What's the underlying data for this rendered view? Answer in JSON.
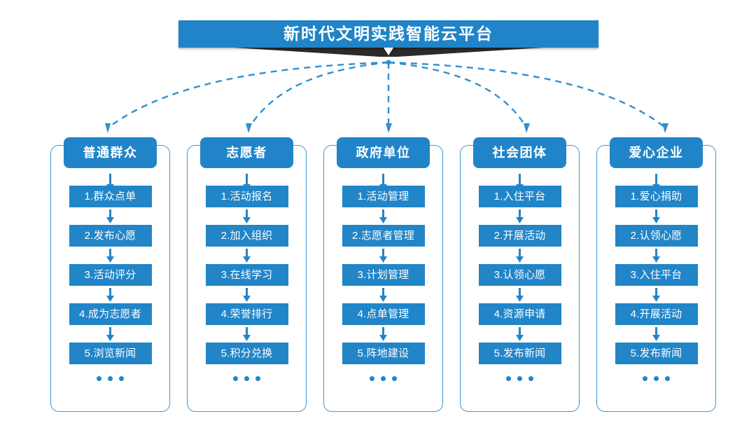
{
  "banner": {
    "title": "新时代文明实践智能云平台",
    "chevron_icon": "chevron-down-icon",
    "bar_color": "#2184c8",
    "ribbon_color": "#2b2b2b"
  },
  "theme": {
    "primary": "#2184c8",
    "step_fill": "#2185c8",
    "frame_border": "#3f9ad6",
    "connector": "#2f90cf",
    "text_on_primary": "#ffffff",
    "background": "#ffffff"
  },
  "ellipsis_label": "…",
  "columns": [
    {
      "id": "ordinary-public",
      "title": "普通群众",
      "steps": [
        {
          "label": "1.群众点单"
        },
        {
          "label": "2.发布心愿"
        },
        {
          "label": "3.活动评分"
        },
        {
          "label": "4.成为志愿者"
        },
        {
          "label": "5.浏览新闻"
        }
      ]
    },
    {
      "id": "volunteer",
      "title": "志愿者",
      "steps": [
        {
          "label": "1.活动报名"
        },
        {
          "label": "2.加入组织"
        },
        {
          "label": "3.在线学习"
        },
        {
          "label": "4.荣誉排行"
        },
        {
          "label": "5.积分兑换"
        }
      ]
    },
    {
      "id": "government-unit",
      "title": "政府单位",
      "steps": [
        {
          "label": "1.活动管理"
        },
        {
          "label": "2.志愿者管理"
        },
        {
          "label": "3.计划管理"
        },
        {
          "label": "4.点单管理"
        },
        {
          "label": "5.阵地建设"
        }
      ]
    },
    {
      "id": "social-group",
      "title": "社会团体",
      "steps": [
        {
          "label": "1.入住平台"
        },
        {
          "label": "2.开展活动"
        },
        {
          "label": "3.认领心愿"
        },
        {
          "label": "4.资源申请"
        },
        {
          "label": "5.发布新闻"
        }
      ]
    },
    {
      "id": "charity-enterprise",
      "title": "爱心企业",
      "steps": [
        {
          "label": "1.爱心捐助"
        },
        {
          "label": "2.认领心愿"
        },
        {
          "label": "3.入住平台"
        },
        {
          "label": "4.开展活动"
        },
        {
          "label": "5.发布新闻"
        }
      ]
    }
  ]
}
